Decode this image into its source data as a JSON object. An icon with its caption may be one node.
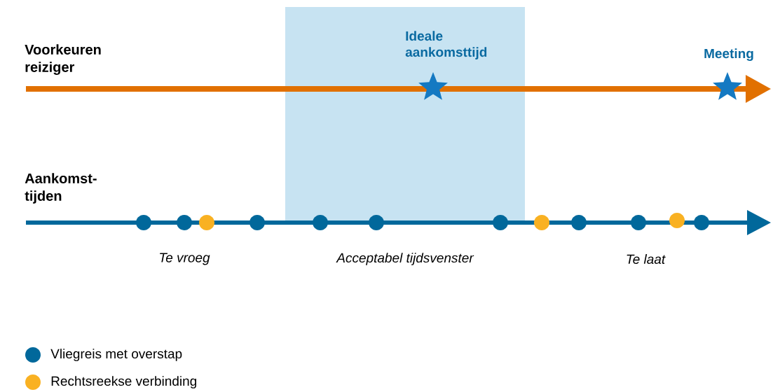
{
  "diagram": {
    "labels": [
      "Ideale aankomsttijd",
      "Voorkeuren reiziger",
      "Meeting",
      "Aankomst- tijden",
      "Te vroeg",
      "Acceptabel tijdsvenster",
      "Te laat"
    ],
    "legend": [
      {
        "text": "Vliegreis met overstap",
        "color": "#01689b"
      },
      {
        "text": "Rechtsreekse verbinding",
        "color": "#f9b122"
      }
    ]
  }
}
